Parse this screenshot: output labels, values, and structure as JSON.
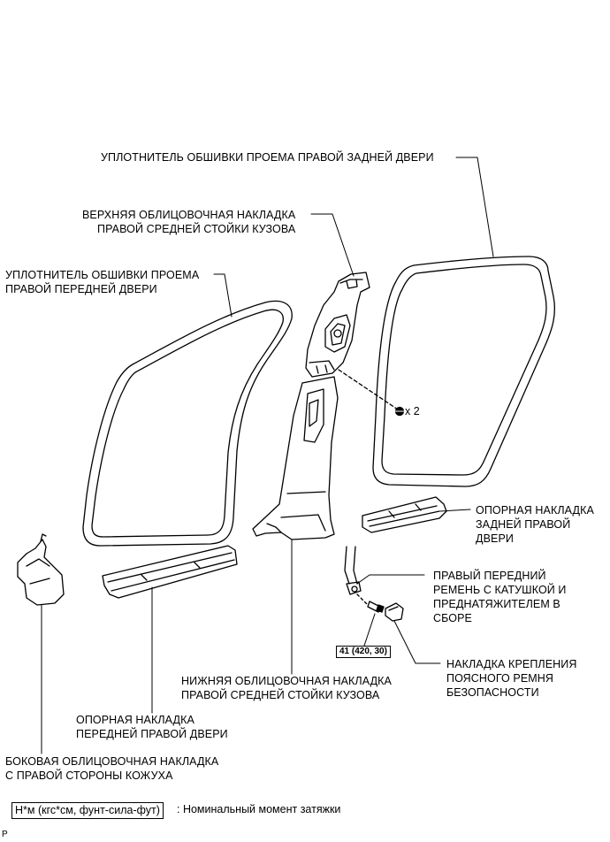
{
  "labels": {
    "rear_door_weatherstrip": [
      "УПЛОТНИТЕЛЬ ОБШИВКИ ПРОЕМА ПРАВОЙ ЗАДНЕЙ ДВЕРИ"
    ],
    "upper_center_pillar": [
      "ВЕРХНЯЯ ОБЛИЦОВОЧНАЯ НАКЛАДКА",
      "ПРАВОЙ СРЕДНЕЙ СТОЙКИ КУЗОВА"
    ],
    "front_door_weatherstrip": [
      "УПЛОТНИТЕЛЬ ОБШИВКИ ПРОЕМА",
      "ПРАВОЙ ПЕРЕДНЕЙ ДВЕРИ"
    ],
    "rear_scuff_plate": [
      "ОПОРНАЯ НАКЛАДКА",
      "ЗАДНЕЙ ПРАВОЙ",
      "ДВЕРИ"
    ],
    "seat_belt": [
      "ПРАВЫЙ ПЕРЕДНИЙ",
      "РЕМЕНЬ С КАТУШКОЙ И",
      "ПРЕДНАТЯЖИТЕЛЕМ В",
      "СБОРЕ"
    ],
    "belt_anchor_cover": [
      "НАКЛАДКА КРЕПЛЕНИЯ",
      "ПОЯСНОГО РЕМНЯ",
      "БЕЗОПАСНОСТИ"
    ],
    "lower_center_pillar": [
      "НИЖНЯЯ ОБЛИЦОВОЧНАЯ НАКЛАДКА",
      "ПРАВОЙ СРЕДНЕЙ СТОЙКИ КУЗОВА"
    ],
    "front_scuff_plate": [
      "ОПОРНАЯ НАКЛАДКА",
      "ПЕРЕДНЕЙ ПРАВОЙ ДВЕРИ"
    ],
    "cowl_side_trim": [
      "БОКОВАЯ ОБЛИЦОВОЧНАЯ НАКЛАДКА",
      "С ПРАВОЙ СТОРОНЫ КОЖУХА"
    ]
  },
  "clip_quantity": "x 2",
  "torque_spec": "41 (420, 30)",
  "legend": {
    "unit": "Н*м (кгс*см, фунт-сила-фут)",
    "description": ": Номинальный момент затяжки"
  },
  "figure_code": "P"
}
